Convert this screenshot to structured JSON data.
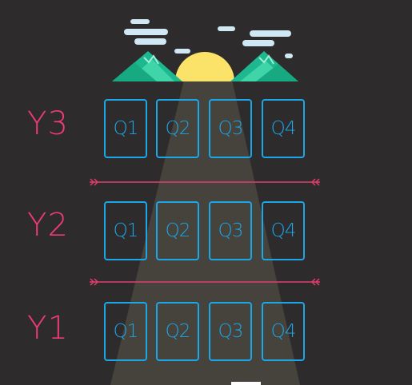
{
  "diagram": {
    "rows": [
      {
        "year": "Y3",
        "quarters": [
          "Q1",
          "Q2",
          "Q3",
          "Q4"
        ]
      },
      {
        "year": "Y2",
        "quarters": [
          "Q1",
          "Q2",
          "Q3",
          "Q4"
        ]
      },
      {
        "year": "Y1",
        "quarters": [
          "Q1",
          "Q2",
          "Q3",
          "Q4"
        ]
      }
    ]
  },
  "colors": {
    "background": "#2e2b2c",
    "year_label": "#ee3a78",
    "quarter_border": "#1aa6e8",
    "divider": "#e23c6e",
    "sun": "#fbe36a",
    "mountain": "#23c59c",
    "cloud": "#cfe8f3",
    "beam": "#4a473f"
  },
  "icons": {
    "header": "sunrise-mountains-illustration"
  }
}
